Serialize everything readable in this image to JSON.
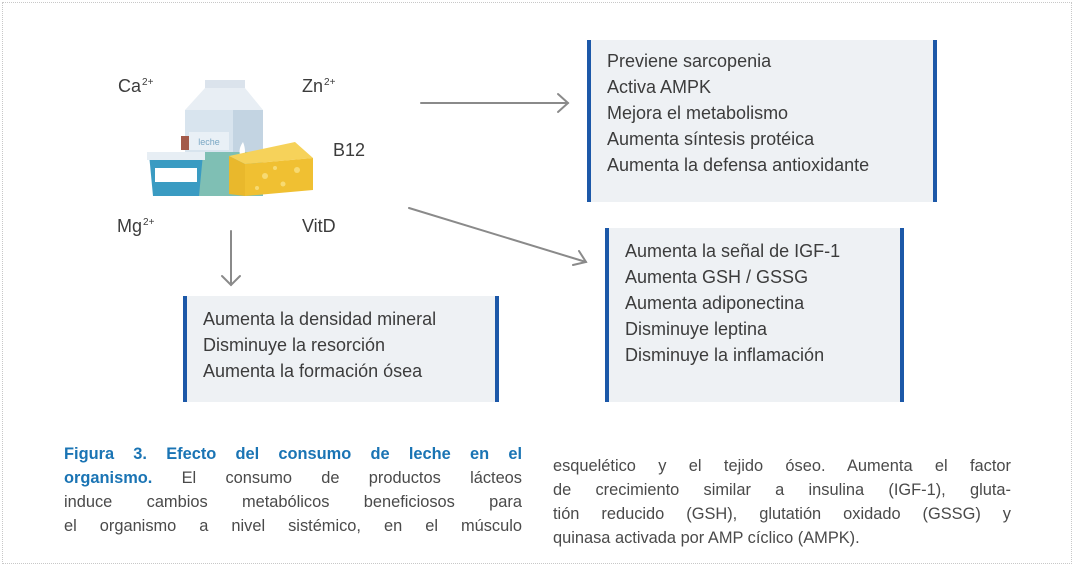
{
  "diagram": {
    "nutrients": {
      "ca": {
        "base": "Ca",
        "sup": "2+"
      },
      "zn": {
        "base": "Zn",
        "sup": "2+"
      },
      "b12": {
        "base": "B12"
      },
      "mg": {
        "base": "Mg",
        "sup": "2+"
      },
      "vitd": {
        "base": "VitD"
      }
    },
    "carton_label": "leche",
    "box_top_right": [
      "Previene sarcopenia",
      "Activa AMPK",
      "Mejora el metabolismo",
      "Aumenta síntesis protéica",
      "Aumenta la defensa antioxidante"
    ],
    "box_middle_right": [
      "Aumenta la señal de IGF-1",
      "Aumenta GSH / GSSG",
      "Aumenta adiponectina",
      "Disminuye leptina",
      "Disminuye la inflamación"
    ],
    "box_bottom_left": [
      "Aumenta la densidad mineral",
      "Disminuye la resorción",
      "Aumenta la formación ósea"
    ],
    "colors": {
      "accent_blue": "#1c58a8",
      "box_bg": "#eef1f4",
      "title_blue": "#1a74b4",
      "arrow": "#8a8a8a"
    }
  },
  "caption": {
    "title_line1": "Figura 3. Efecto del consumo de leche en el",
    "title_line2": "organismo.",
    "left_line2_rest": " El consumo de productos lácteos",
    "left_line3": "induce cambios metabólicos beneficiosos para",
    "left_line4": "el organismo a nivel sistémico, en el músculo",
    "right_line1": "esquelético y el tejido óseo. Aumenta el factor",
    "right_line2": "de crecimiento similar a insulina (IGF-1), gluta-",
    "right_line3": "tión reducido (GSH), glutatión oxidado (GSSG) y",
    "right_line4": "quinasa activada por AMP cíclico (AMPK)."
  }
}
